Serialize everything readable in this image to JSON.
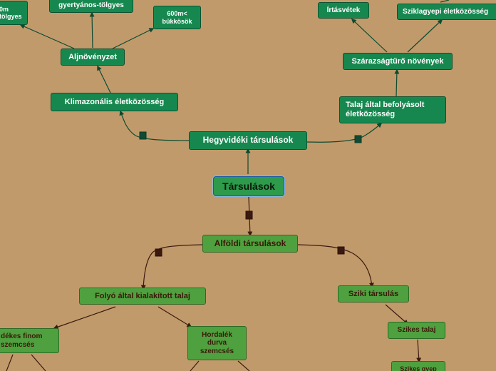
{
  "root": {
    "label": "Társulások"
  },
  "hegyvideki": {
    "label": "Hegyvidéki társulások",
    "klimazonalis": {
      "label": "Klimazonális életközösség",
      "aljnovenyzet": {
        "label": "Aljnövényzet",
        "children": [
          "0m\ntölgyes",
          "gyertyános-tölgyes",
          "600m<\nbükkösök"
        ]
      }
    },
    "talaj": {
      "label": "Talaj által befolyásolt\néletközösség",
      "szarazsagturo": {
        "label": "Szárazságtűrő növények",
        "children": [
          "Írtásvétek",
          "Sziklagyepi életközösség"
        ]
      }
    }
  },
  "alfoldi": {
    "label": "Alföldi társulások",
    "folyo": {
      "label": "Folyó által kialakított talaj",
      "children": [
        "dékes   finom\nszemcsés",
        "Hordalék\ndurva\nszemcsés"
      ]
    },
    "sziki": {
      "label": "Sziki társulás",
      "szikes_talaj": {
        "label": "Szikes talaj"
      },
      "szikes_gyep": {
        "label": "Szikes gyep"
      }
    }
  },
  "colors": {
    "background": "#c19a6b",
    "upper_node": "#16884f",
    "lower_node": "#4fa03f",
    "upper_line": "#0b4a30",
    "lower_line": "#3a1a10"
  }
}
